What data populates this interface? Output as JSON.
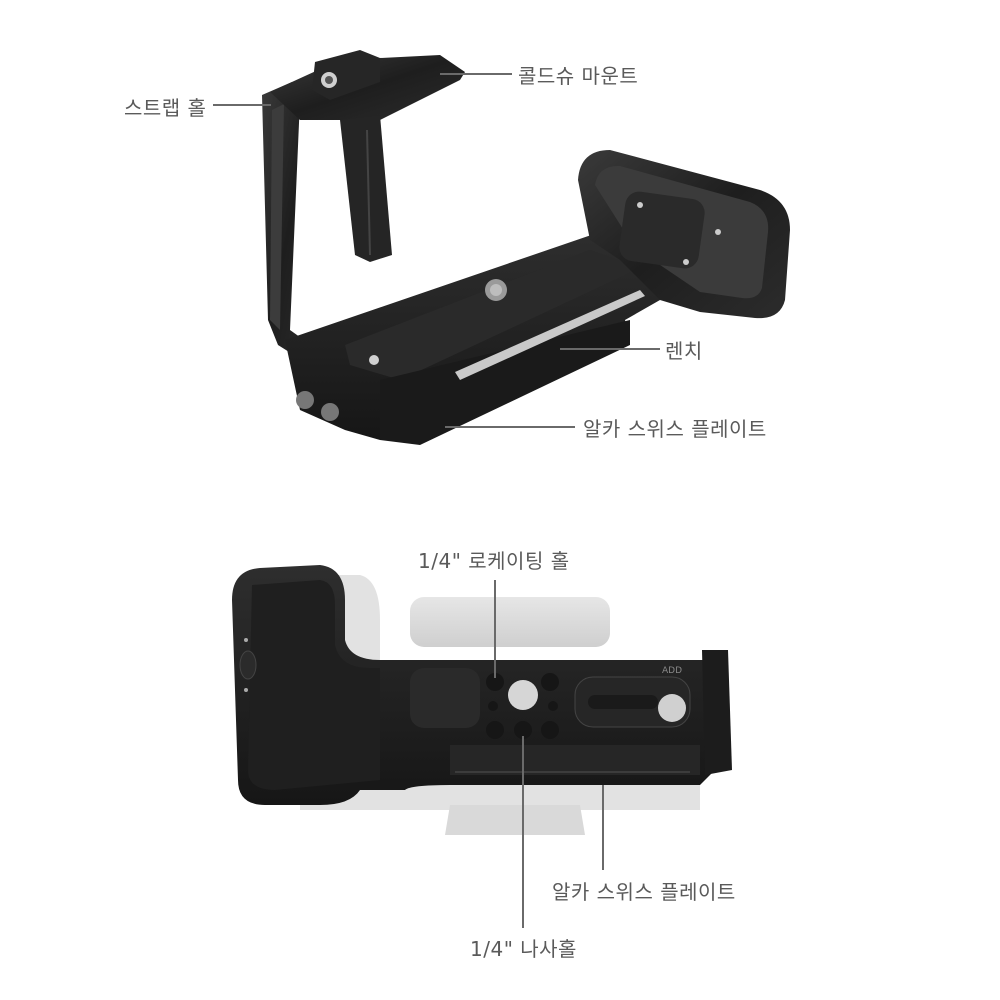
{
  "top_view": {
    "product": "L-bracket camera cage (angled view)",
    "callouts": [
      {
        "id": "cold-shoe",
        "label": "콜드슈 마운트"
      },
      {
        "id": "strap-hole",
        "label": "스트랩 홀"
      },
      {
        "id": "wrench",
        "label": "렌치"
      },
      {
        "id": "arca-plate",
        "label": "알카 스위스 플레이트"
      }
    ]
  },
  "bottom_view": {
    "product": "L-bracket baseplate mounted on camera (bottom view)",
    "engraving": "ADD",
    "callouts": [
      {
        "id": "locating-hole",
        "label": "1/4\" 로케이팅 홀"
      },
      {
        "id": "arca-plate",
        "label": "알카 스위스 플레이트"
      },
      {
        "id": "screw-hole",
        "label": "1/4\" 나사홀"
      }
    ]
  },
  "colors": {
    "label_text": "#5a5a5a",
    "leader_line": "#6a6a6a",
    "metal_dark": "#1c1c1c",
    "metal_mid": "#2e2e2e",
    "camera_ghost": "#dcdcdc"
  }
}
